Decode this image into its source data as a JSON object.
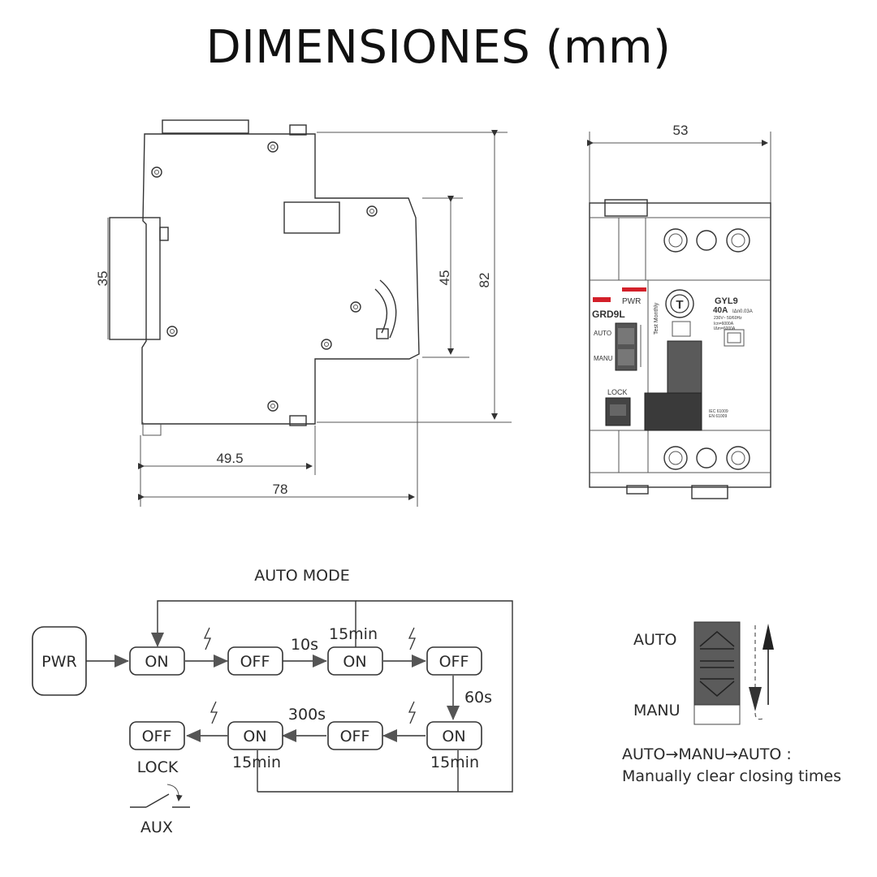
{
  "title": "DIMENSIONES (mm)",
  "side_view": {
    "dim_35": "35",
    "dim_45": "45",
    "dim_82": "82",
    "dim_49_5": "49.5",
    "dim_78": "78"
  },
  "front_view": {
    "dim_53": "53",
    "pwr_label": "PWR",
    "model_label": "GRD9L",
    "auto_label": "AUTO",
    "manu_label": "MANU",
    "lock_label": "LOCK",
    "test_label": "Test Monthly",
    "breaker_model": "GYL9",
    "breaker_rating": "40A",
    "breaker_sens": "IΔn0.03A",
    "spec_1": "230V~ 50/60Hz",
    "spec_2": "Icn=6000A",
    "spec_3": "IΔm=6000A",
    "std_1": "IEC 61009",
    "std_2": "EN 61009"
  },
  "auto_mode": {
    "title": "AUTO MODE",
    "pwr": "PWR",
    "on": "ON",
    "off": "OFF",
    "t_10s": "10s",
    "t_15min_top": "15min",
    "t_60s": "60s",
    "t_300s": "300s",
    "t_15min_left": "15min",
    "t_15min_right": "15min",
    "lock": "LOCK",
    "aux": "AUX"
  },
  "switch": {
    "auto": "AUTO",
    "manu": "MANU",
    "caption_line1": "AUTO→MANU→AUTO :",
    "caption_line2": "Manually clear closing times"
  }
}
